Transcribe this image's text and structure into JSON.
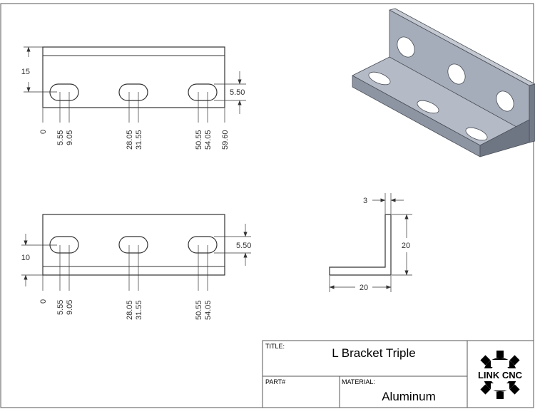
{
  "drawing": {
    "top_view": {
      "height_dim": "15",
      "slot_height_dim": "5.50",
      "x_dims": [
        "0",
        "5.55",
        "9.05",
        "28.05",
        "31.55",
        "50.55",
        "54.05",
        "59.60"
      ]
    },
    "front_view": {
      "height_dim": "10",
      "slot_height_dim": "5.50",
      "x_dims": [
        "0",
        "5.55",
        "9.05",
        "28.05",
        "31.55",
        "50.55",
        "54.05"
      ]
    },
    "side_view": {
      "thickness_dim": "3",
      "height_dim": "20",
      "width_dim": "20"
    }
  },
  "title_block": {
    "title_label": "TITLE:",
    "title_value": "L Bracket Triple",
    "part_label": "PART#",
    "part_value": "",
    "material_label": "MATERIAL:",
    "material_value": "Aluminum",
    "logo_text": "LINK CNC"
  },
  "colors": {
    "line": "#333333",
    "iso_face_light": "#a9b0bd",
    "iso_face_mid": "#8f97a6",
    "iso_face_dark": "#6c7381"
  }
}
